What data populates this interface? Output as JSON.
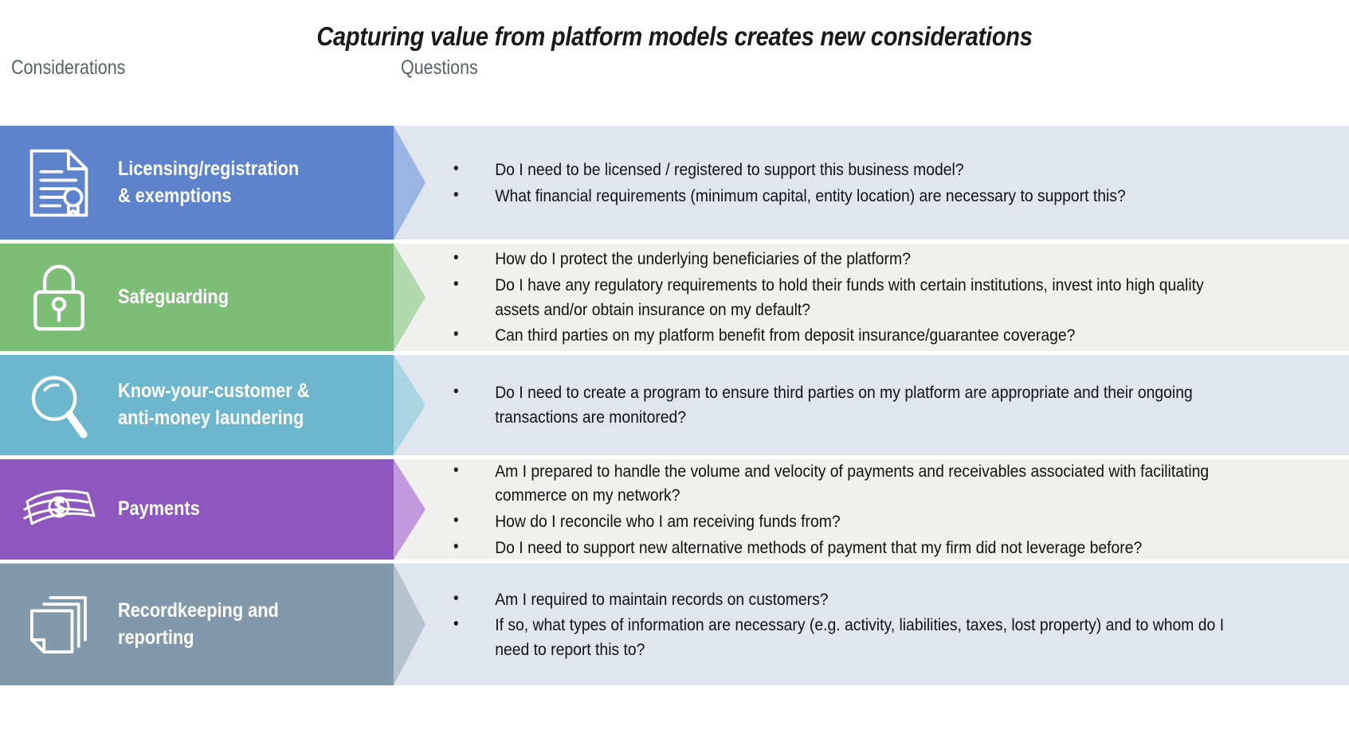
{
  "title": "Capturing value from platform models creates new considerations",
  "columns": {
    "considerations_label": "Considerations",
    "questions_label": "Questions"
  },
  "colors": {
    "panel_alt_a": "#E1E6EE",
    "panel_alt_b": "#F0F0EF",
    "text_dark": "#121212",
    "header_gray": "#5B6066"
  },
  "rows": [
    {
      "id": "licensing",
      "label": "Licensing/registration\n& exemptions",
      "icon": "certificate-document-icon",
      "band_color": "#5D83CC",
      "arrow_color": "#9AB4E3",
      "panel_color": "#E1E6EE",
      "questions": [
        "Do I need to be licensed / registered to support this business model?",
        "What financial requirements (minimum capital, entity location) are necessary to support this?"
      ]
    },
    {
      "id": "safeguarding",
      "label": "Safeguarding",
      "icon": "padlock-icon",
      "band_color": "#7DBE77",
      "arrow_color": "#B2D9AE",
      "panel_color": "#F0F0EF",
      "questions": [
        "How do I protect the underlying beneficiaries of the platform?",
        "Do I have any regulatory requirements to hold their funds with certain institutions, invest into high quality assets and/or obtain insurance on my default?",
        "Can third parties on my platform benefit from deposit insurance/guarantee coverage?"
      ]
    },
    {
      "id": "kyc-aml",
      "label": "Know-your-customer &\nanti-money laundering",
      "icon": "magnifier-icon",
      "band_color": "#6DB7CE",
      "arrow_color": "#A9D5E2",
      "panel_color": "#E1E6EE",
      "questions": [
        "Do I need to create a program to ensure third parties on my platform are appropriate and their ongoing transactions are monitored?"
      ]
    },
    {
      "id": "payments",
      "label": "Payments",
      "icon": "banknotes-dollar-icon",
      "band_color": "#8E57C0",
      "arrow_color": "#C299DC",
      "panel_color": "#F0F0EF",
      "questions": [
        "Am I prepared to handle the volume and velocity of payments and receivables associated with facilitating commerce on my network?",
        "How do I reconcile who I am receiving funds from?",
        "Do I need to support new alternative methods of payment that my firm did not leverage before?"
      ]
    },
    {
      "id": "recordkeeping",
      "label": "Recordkeeping and\nreporting",
      "icon": "stacked-documents-icon",
      "band_color": "#8299AC",
      "arrow_color": "#B6C3CE",
      "panel_color": "#E1E6EE",
      "questions": [
        "Am I required to maintain records on customers?",
        "If so, what types of information are necessary (e.g. activity, liabilities, taxes, lost property) and to whom do I need to report this to?"
      ]
    }
  ]
}
